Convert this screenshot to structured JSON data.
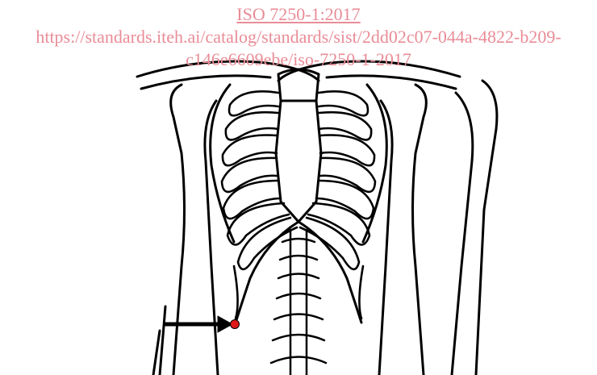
{
  "watermark": {
    "title": "ISO 7250-1:2017",
    "url_line1": "https://standards.iteh.ai/catalog/standards/sist/2dd02c07-044a-4822-b209-",
    "url_line2": "c146e6609ebe/iso-7250-1-2017",
    "color": "#e98c97"
  },
  "figure": {
    "subject": "anterior view of human skeleton torso (ribcage, shoulders, arms, spine)",
    "marker": {
      "type": "arrow-with-point",
      "arrow_color": "#000000",
      "point_color": "#e01818"
    }
  }
}
